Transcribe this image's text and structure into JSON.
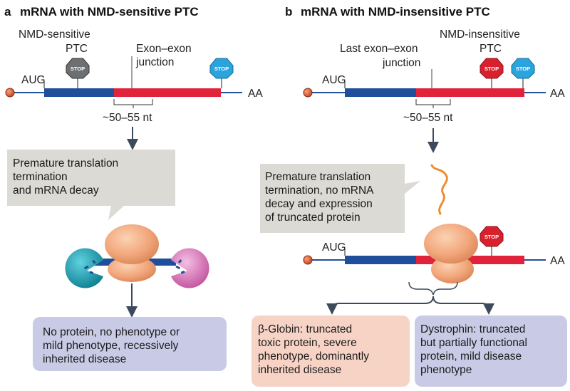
{
  "panel_a": {
    "letter": "a",
    "title": "mRNA with NMD-sensitive PTC",
    "ptc_label_1": "NMD-sensitive",
    "ptc_label_2": "PTC",
    "aug": "AUG",
    "junction_1": "Exon–exon",
    "junction_2": "junction",
    "poly_a": "AA",
    "distance": "~50–55 nt",
    "stop_text": "STOP",
    "callout": [
      "Premature translation",
      "termination",
      "and mRNA decay"
    ],
    "outcome": [
      "No protein, no phenotype or",
      "mild phenotype, recessively",
      "inherited disease"
    ]
  },
  "panel_b": {
    "letter": "b",
    "title": "mRNA with NMD-insensitive PTC",
    "ptc_label_1": "NMD-insensitive",
    "ptc_label_2": "PTC",
    "aug": "AUG",
    "junction_1": "Last exon–exon",
    "junction_2": "junction",
    "poly_a": "AA",
    "distance": "~50–55 nt",
    "stop_text": "STOP",
    "callout": [
      "Premature translation",
      "termination, no mRNA",
      "decay and expression",
      "of truncated protein"
    ],
    "aug_2": "AUG",
    "poly_a_2": "AA",
    "outcome_left": [
      "β-Globin: truncated",
      "toxic protein, severe",
      "phenotype, dominantly",
      "inherited disease"
    ],
    "outcome_right": [
      "Dystrophin: truncated",
      "but partially functional",
      "protein, mild disease",
      "phenotype"
    ]
  },
  "colors": {
    "exon_blue": "#1f4e9a",
    "exon_red": "#e0233a",
    "stop_gray": "#6d7073",
    "stop_red": "#d9212e",
    "stop_blue": "#2ba3dc",
    "cap_orange": "#e0593a",
    "ribosome": "#f2a77c",
    "callout_fill": "#dcdad5",
    "outcome_blue": "#c9cbe6",
    "outcome_pink": "#f7d3c6",
    "exonuclease_teal": "#1aa2b5",
    "exonuclease_pink": "#e27fc0"
  }
}
